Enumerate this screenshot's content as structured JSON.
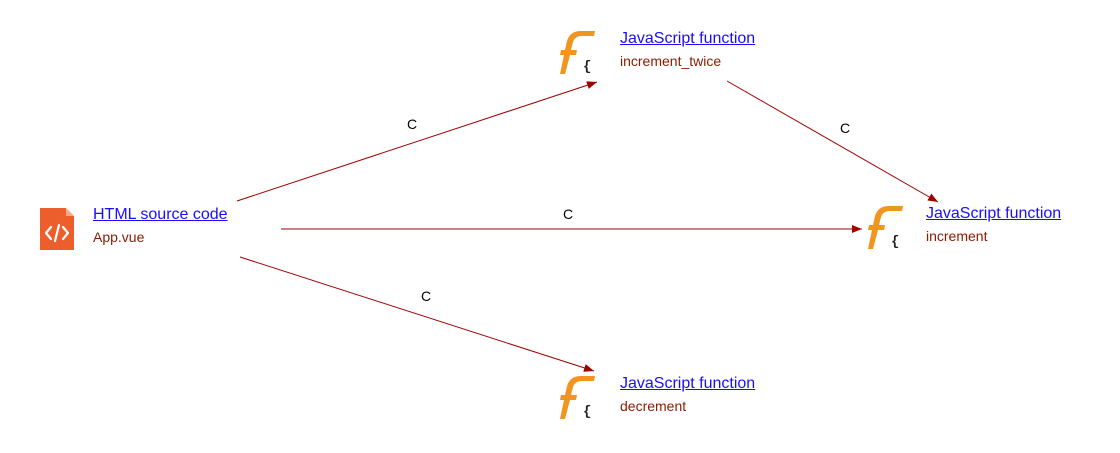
{
  "colors": {
    "edge": "#a00000",
    "link": "#1a0dff",
    "node_name": "#8b1a00",
    "html_icon": "#ec5f2c",
    "function_icon": "#f0961e"
  },
  "nodes": {
    "app": {
      "kind": "HTML source code",
      "name": "App.vue",
      "icon": "html-file-icon"
    },
    "increment_twice": {
      "kind": "JavaScript function",
      "name": "increment_twice",
      "icon": "javascript-function-icon"
    },
    "increment": {
      "kind": "JavaScript function",
      "name": "increment",
      "icon": "javascript-function-icon"
    },
    "decrement": {
      "kind": "JavaScript function",
      "name": "decrement",
      "icon": "javascript-function-icon"
    }
  },
  "edges": [
    {
      "from": "App.vue",
      "to": "increment_twice",
      "label": "C"
    },
    {
      "from": "App.vue",
      "to": "increment",
      "label": "C"
    },
    {
      "from": "App.vue",
      "to": "decrement",
      "label": "C"
    },
    {
      "from": "increment_twice",
      "to": "increment",
      "label": "C"
    }
  ]
}
